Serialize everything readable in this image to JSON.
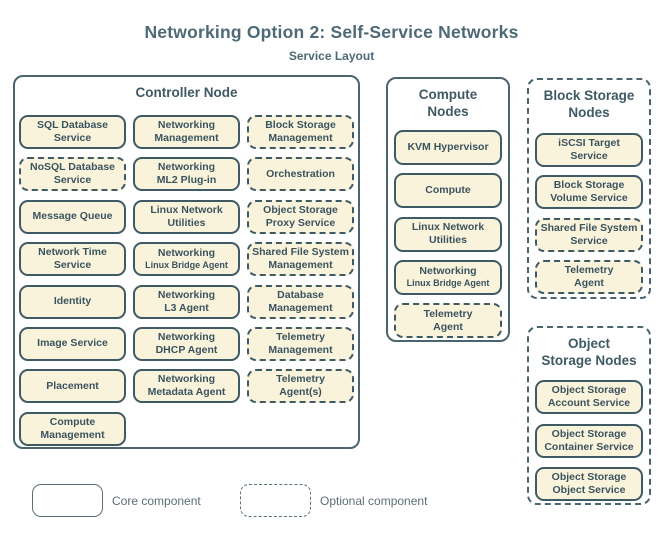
{
  "title": "Networking Option 2: Self-Service Networks",
  "subtitle": "Service Layout",
  "colors": {
    "background": "#ffffff",
    "title_text": "#4e6a76",
    "panel_border": "#4a656e",
    "panel_title_text": "#3f5a64",
    "box_fill": "#faf3dc",
    "box_border": "#3e5a64",
    "box_text": "#3a545e",
    "legend_border": "#5a7078",
    "legend_text": "#5b6e75"
  },
  "panels": [
    {
      "id": "controller-node",
      "title_lines": [
        "Controller Node"
      ],
      "border": "solid",
      "boxes": [
        {
          "lines": [
            "SQL Database",
            "Service"
          ],
          "type": "core"
        },
        {
          "lines": [
            "Networking",
            "Management"
          ],
          "type": "core"
        },
        {
          "lines": [
            "Block Storage",
            "Management"
          ],
          "type": "optional"
        },
        {
          "lines": [
            "NoSQL Database",
            "Service"
          ],
          "type": "optional"
        },
        {
          "lines": [
            "Networking",
            "ML2 Plug-in"
          ],
          "type": "core"
        },
        {
          "lines": [
            "Orchestration"
          ],
          "type": "optional"
        },
        {
          "lines": [
            "Message Queue"
          ],
          "type": "core"
        },
        {
          "lines": [
            "Linux Network",
            "Utilities"
          ],
          "type": "core"
        },
        {
          "lines": [
            "Object Storage",
            "Proxy Service"
          ],
          "type": "optional"
        },
        {
          "lines": [
            "Network Time",
            "Service"
          ],
          "type": "core"
        },
        {
          "lines": [
            "Networking",
            "Linux Bridge Agent"
          ],
          "type": "core",
          "small_second_line": true
        },
        {
          "lines": [
            "Shared File System",
            "Management"
          ],
          "type": "optional"
        },
        {
          "lines": [
            "Identity"
          ],
          "type": "core"
        },
        {
          "lines": [
            "Networking",
            "L3 Agent"
          ],
          "type": "core"
        },
        {
          "lines": [
            "Database",
            "Management"
          ],
          "type": "optional"
        },
        {
          "lines": [
            "Image Service"
          ],
          "type": "core"
        },
        {
          "lines": [
            "Networking",
            "DHCP Agent"
          ],
          "type": "core"
        },
        {
          "lines": [
            "Telemetry",
            "Management"
          ],
          "type": "optional"
        },
        {
          "lines": [
            "Placement"
          ],
          "type": "core"
        },
        {
          "lines": [
            "Networking",
            "Metadata Agent"
          ],
          "type": "core"
        },
        {
          "lines": [
            "Telemetry",
            "Agent(s)"
          ],
          "type": "optional"
        },
        {
          "lines": [
            "Compute",
            "Management"
          ],
          "type": "core"
        }
      ]
    },
    {
      "id": "compute-nodes",
      "title_lines": [
        "Compute",
        "Nodes"
      ],
      "border": "solid",
      "boxes": [
        {
          "lines": [
            "KVM Hypervisor"
          ],
          "type": "core"
        },
        {
          "lines": [
            "Compute"
          ],
          "type": "core"
        },
        {
          "lines": [
            "Linux Network",
            "Utilities"
          ],
          "type": "core"
        },
        {
          "lines": [
            "Networking",
            "Linux Bridge Agent"
          ],
          "type": "core",
          "small_second_line": true
        },
        {
          "lines": [
            "Telemetry",
            "Agent"
          ],
          "type": "optional"
        }
      ]
    },
    {
      "id": "block-storage-nodes",
      "title_lines": [
        "Block Storage",
        "Nodes"
      ],
      "border": "dashed",
      "boxes": [
        {
          "lines": [
            "iSCSI Target",
            "Service"
          ],
          "type": "core"
        },
        {
          "lines": [
            "Block Storage",
            "Volume Service"
          ],
          "type": "core"
        },
        {
          "lines": [
            "Shared File System",
            "Service"
          ],
          "type": "optional"
        },
        {
          "lines": [
            "Telemetry",
            "Agent"
          ],
          "type": "optional"
        }
      ]
    },
    {
      "id": "object-storage-nodes",
      "title_lines": [
        "Object",
        "Storage Nodes"
      ],
      "border": "dashed",
      "boxes": [
        {
          "lines": [
            "Object Storage",
            "Account Service"
          ],
          "type": "core"
        },
        {
          "lines": [
            "Object Storage",
            "Container Service"
          ],
          "type": "core"
        },
        {
          "lines": [
            "Object Storage",
            "Object Service"
          ],
          "type": "core"
        }
      ]
    }
  ],
  "legend": {
    "core_label": "Core component",
    "optional_label": "Optional component"
  }
}
